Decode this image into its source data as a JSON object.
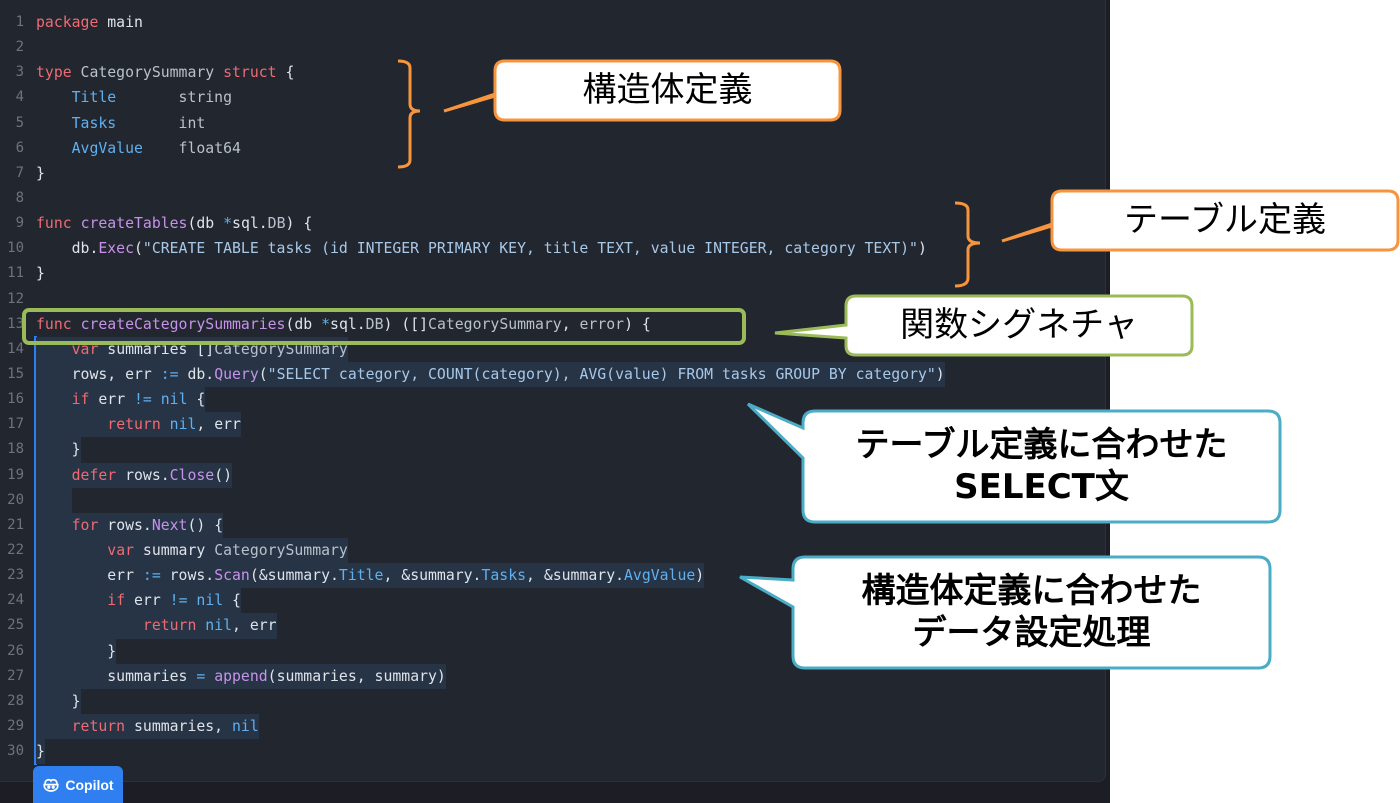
{
  "editor": {
    "lines": [
      {
        "n": "1",
        "tokens": [
          {
            "t": "package",
            "c": "kw"
          },
          {
            "t": " main",
            "c": ""
          }
        ]
      },
      {
        "n": "2",
        "tokens": []
      },
      {
        "n": "3",
        "tokens": [
          {
            "t": "type",
            "c": "kw"
          },
          {
            "t": " CategorySummary ",
            "c": "typ"
          },
          {
            "t": "struct",
            "c": "kw"
          },
          {
            "t": " {",
            "c": ""
          }
        ]
      },
      {
        "n": "4",
        "tokens": [
          {
            "t": "    ",
            "c": ""
          },
          {
            "t": "Title",
            "c": "fld"
          },
          {
            "t": "       string",
            "c": "typ"
          }
        ]
      },
      {
        "n": "5",
        "tokens": [
          {
            "t": "    ",
            "c": ""
          },
          {
            "t": "Tasks",
            "c": "fld"
          },
          {
            "t": "       int",
            "c": "typ"
          }
        ]
      },
      {
        "n": "6",
        "tokens": [
          {
            "t": "    ",
            "c": ""
          },
          {
            "t": "AvgValue",
            "c": "fld"
          },
          {
            "t": "    float64",
            "c": "typ"
          }
        ]
      },
      {
        "n": "7",
        "tokens": [
          {
            "t": "}",
            "c": ""
          }
        ]
      },
      {
        "n": "8",
        "tokens": []
      },
      {
        "n": "9",
        "tokens": [
          {
            "t": "func",
            "c": "kw"
          },
          {
            "t": " ",
            "c": ""
          },
          {
            "t": "createTables",
            "c": "fn"
          },
          {
            "t": "(db ",
            "c": ""
          },
          {
            "t": "*",
            "c": "op"
          },
          {
            "t": "sql.",
            "c": ""
          },
          {
            "t": "DB",
            "c": "typ"
          },
          {
            "t": ") {",
            "c": ""
          }
        ]
      },
      {
        "n": "10",
        "tokens": [
          {
            "t": "    db.",
            "c": ""
          },
          {
            "t": "Exec",
            "c": "fn"
          },
          {
            "t": "(",
            "c": ""
          },
          {
            "t": "\"CREATE TABLE tasks (id INTEGER PRIMARY KEY, title TEXT, value INTEGER, category TEXT)\"",
            "c": "str"
          },
          {
            "t": ")",
            "c": ""
          }
        ]
      },
      {
        "n": "11",
        "tokens": [
          {
            "t": "}",
            "c": ""
          }
        ]
      },
      {
        "n": "12",
        "tokens": []
      },
      {
        "n": "13",
        "tokens": [
          {
            "t": "func",
            "c": "kw"
          },
          {
            "t": " ",
            "c": ""
          },
          {
            "t": "createCategorySummaries",
            "c": "fn"
          },
          {
            "t": "(db ",
            "c": ""
          },
          {
            "t": "*",
            "c": "op"
          },
          {
            "t": "sql.",
            "c": ""
          },
          {
            "t": "DB",
            "c": "typ"
          },
          {
            "t": ") ([]",
            "c": ""
          },
          {
            "t": "CategorySummary",
            "c": "typ"
          },
          {
            "t": ", ",
            "c": ""
          },
          {
            "t": "error",
            "c": "typ"
          },
          {
            "t": ") {",
            "c": ""
          }
        ]
      },
      {
        "n": "14",
        "sel": true,
        "tokens": [
          {
            "t": "    ",
            "c": ""
          },
          {
            "t": "var",
            "c": "kw"
          },
          {
            "t": " summaries []",
            "c": ""
          },
          {
            "t": "CategorySummary",
            "c": "typ"
          }
        ]
      },
      {
        "n": "15",
        "sel": true,
        "tokens": [
          {
            "t": "    rows, err ",
            "c": ""
          },
          {
            "t": ":=",
            "c": "op"
          },
          {
            "t": " db.",
            "c": ""
          },
          {
            "t": "Query",
            "c": "fn"
          },
          {
            "t": "(",
            "c": ""
          },
          {
            "t": "\"SELECT category, COUNT(category), AVG(value) FROM tasks GROUP BY category\"",
            "c": "str"
          },
          {
            "t": ")",
            "c": ""
          }
        ]
      },
      {
        "n": "16",
        "sel": true,
        "tokens": [
          {
            "t": "    ",
            "c": ""
          },
          {
            "t": "if",
            "c": "kw"
          },
          {
            "t": " err ",
            "c": ""
          },
          {
            "t": "!=",
            "c": "op"
          },
          {
            "t": " ",
            "c": ""
          },
          {
            "t": "nil",
            "c": "nil"
          },
          {
            "t": " {",
            "c": ""
          }
        ]
      },
      {
        "n": "17",
        "sel": true,
        "tokens": [
          {
            "t": "        ",
            "c": ""
          },
          {
            "t": "return",
            "c": "kw"
          },
          {
            "t": " ",
            "c": ""
          },
          {
            "t": "nil",
            "c": "nil"
          },
          {
            "t": ", err",
            "c": ""
          }
        ]
      },
      {
        "n": "18",
        "sel": true,
        "tokens": [
          {
            "t": "    }",
            "c": ""
          }
        ]
      },
      {
        "n": "19",
        "sel": true,
        "tokens": [
          {
            "t": "    ",
            "c": ""
          },
          {
            "t": "defer",
            "c": "kw"
          },
          {
            "t": " rows.",
            "c": ""
          },
          {
            "t": "Close",
            "c": "fn"
          },
          {
            "t": "()",
            "c": ""
          }
        ]
      },
      {
        "n": "20",
        "sel": true,
        "tokens": []
      },
      {
        "n": "21",
        "sel": true,
        "tokens": [
          {
            "t": "    ",
            "c": ""
          },
          {
            "t": "for",
            "c": "kw"
          },
          {
            "t": " rows.",
            "c": ""
          },
          {
            "t": "Next",
            "c": "fn"
          },
          {
            "t": "() {",
            "c": ""
          }
        ]
      },
      {
        "n": "22",
        "sel": true,
        "tokens": [
          {
            "t": "        ",
            "c": ""
          },
          {
            "t": "var",
            "c": "kw"
          },
          {
            "t": " summary ",
            "c": ""
          },
          {
            "t": "CategorySummary",
            "c": "typ"
          }
        ]
      },
      {
        "n": "23",
        "sel": true,
        "tokens": [
          {
            "t": "        err ",
            "c": ""
          },
          {
            "t": ":=",
            "c": "op"
          },
          {
            "t": " rows.",
            "c": ""
          },
          {
            "t": "Scan",
            "c": "fn"
          },
          {
            "t": "(&summary.",
            "c": ""
          },
          {
            "t": "Title",
            "c": "fld"
          },
          {
            "t": ", &summary.",
            "c": ""
          },
          {
            "t": "Tasks",
            "c": "fld"
          },
          {
            "t": ", &summary.",
            "c": ""
          },
          {
            "t": "AvgValue",
            "c": "fld"
          },
          {
            "t": ")",
            "c": ""
          }
        ]
      },
      {
        "n": "24",
        "sel": true,
        "tokens": [
          {
            "t": "        ",
            "c": ""
          },
          {
            "t": "if",
            "c": "kw"
          },
          {
            "t": " err ",
            "c": ""
          },
          {
            "t": "!=",
            "c": "op"
          },
          {
            "t": " ",
            "c": ""
          },
          {
            "t": "nil",
            "c": "nil"
          },
          {
            "t": " {",
            "c": ""
          }
        ]
      },
      {
        "n": "25",
        "sel": true,
        "tokens": [
          {
            "t": "            ",
            "c": ""
          },
          {
            "t": "return",
            "c": "kw"
          },
          {
            "t": " ",
            "c": ""
          },
          {
            "t": "nil",
            "c": "nil"
          },
          {
            "t": ", err",
            "c": ""
          }
        ]
      },
      {
        "n": "26",
        "sel": true,
        "tokens": [
          {
            "t": "        }",
            "c": ""
          }
        ]
      },
      {
        "n": "27",
        "sel": true,
        "tokens": [
          {
            "t": "        summaries ",
            "c": ""
          },
          {
            "t": "=",
            "c": "op"
          },
          {
            "t": " ",
            "c": ""
          },
          {
            "t": "append",
            "c": "fn"
          },
          {
            "t": "(summaries, summary)",
            "c": ""
          }
        ]
      },
      {
        "n": "28",
        "sel": true,
        "tokens": [
          {
            "t": "    }",
            "c": ""
          }
        ]
      },
      {
        "n": "29",
        "sel": true,
        "tokens": [
          {
            "t": "    ",
            "c": ""
          },
          {
            "t": "return",
            "c": "kw"
          },
          {
            "t": " summaries, ",
            "c": ""
          },
          {
            "t": "nil",
            "c": "nil"
          }
        ]
      },
      {
        "n": "30",
        "sel": true,
        "tokens": [
          {
            "t": "}",
            "c": ""
          }
        ]
      }
    ]
  },
  "copilot_button": {
    "label": "Copilot",
    "icon": "copilot-icon"
  },
  "annotations": {
    "struct_definition": {
      "label": "構造体定義",
      "color": "#f7953f"
    },
    "table_definition": {
      "label": "テーブル定義",
      "color": "#f7953f"
    },
    "function_signature": {
      "label": "関数シグネチャ",
      "color": "#9bbb59"
    },
    "select_statement": {
      "line1": "テーブル定義に合わせた",
      "line2": "SELECT文",
      "color": "#4bacc6"
    },
    "data_setting": {
      "line1": "構造体定義に合わせた",
      "line2": "データ設定処理",
      "color": "#4bacc6"
    }
  },
  "colors": {
    "editor_bg": "#22262f",
    "selection_bg": "#263446",
    "accent_blue": "#2f7ff0"
  }
}
